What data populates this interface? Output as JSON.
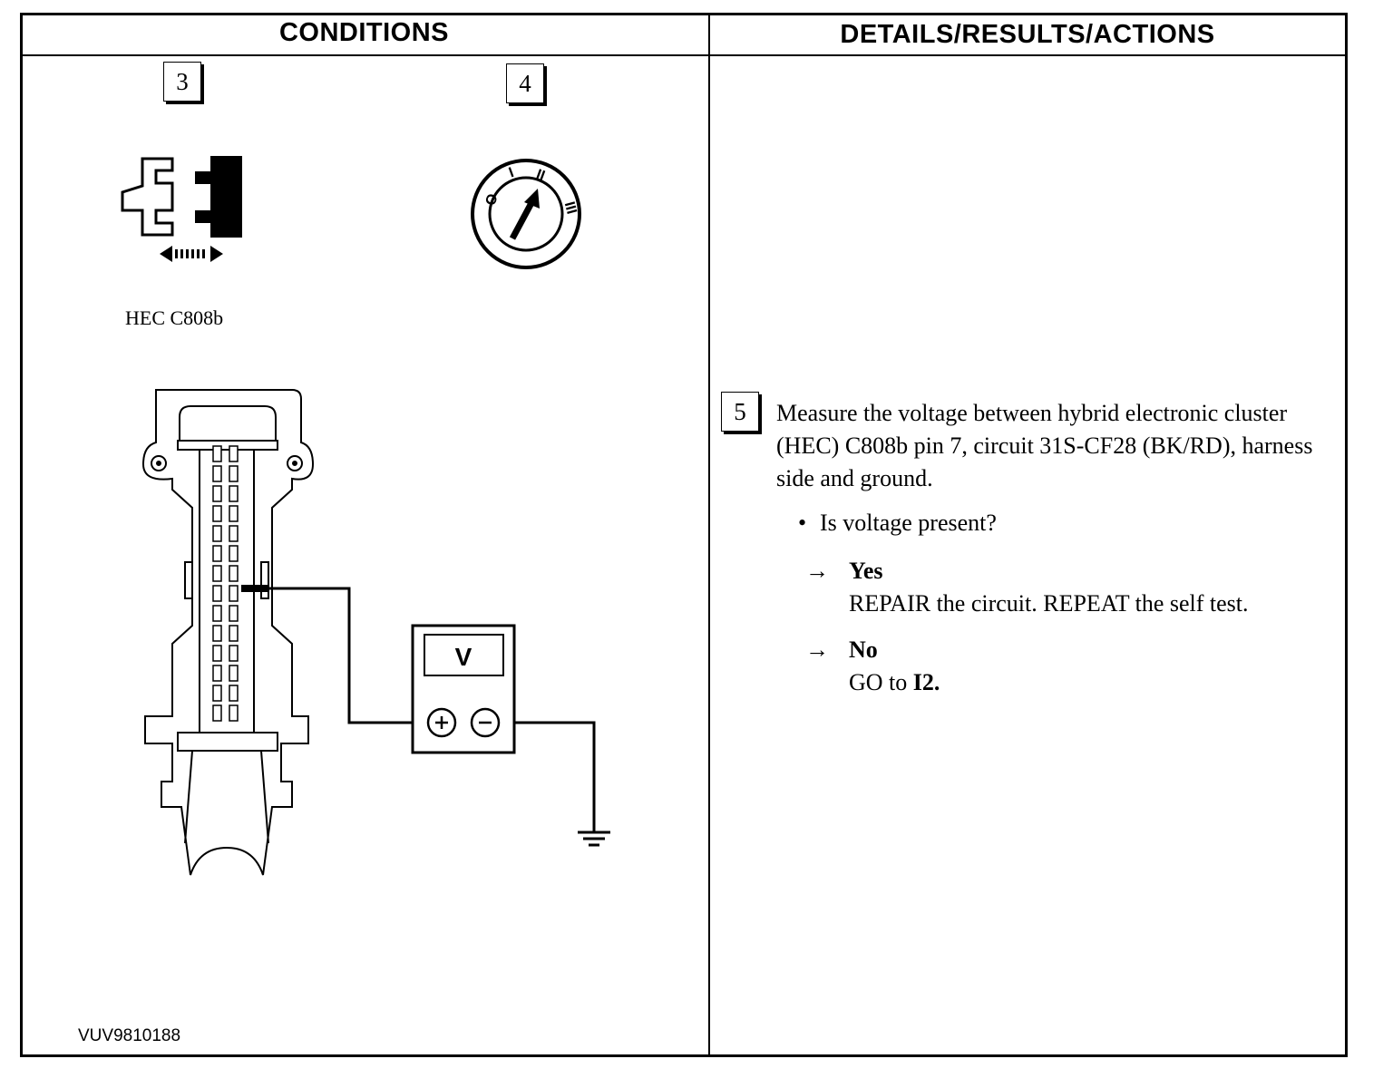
{
  "table": {
    "conditions_header": "CONDITIONS",
    "details_header": "DETAILS/RESULTS/ACTIONS"
  },
  "conditions": {
    "step3_number": "3",
    "step4_number": "4",
    "connector_caption": "HEC C808b",
    "voltmeter_label": "V",
    "ignition_positions": [
      "O",
      "I",
      "II",
      "III"
    ],
    "figure_id": "VUV9810188"
  },
  "details": {
    "step_number": "5",
    "instruction": "Measure the voltage between hybrid electronic cluster (HEC) C808b pin 7, circuit 31S-CF28 (BK/RD), harness side and ground.",
    "question": "Is voltage present?",
    "answers": [
      {
        "label": "Yes",
        "action": "REPAIR the circuit. REPEAT the self test."
      },
      {
        "label": "No",
        "action_prefix": "GO to ",
        "action_ref": "I2."
      }
    ]
  }
}
